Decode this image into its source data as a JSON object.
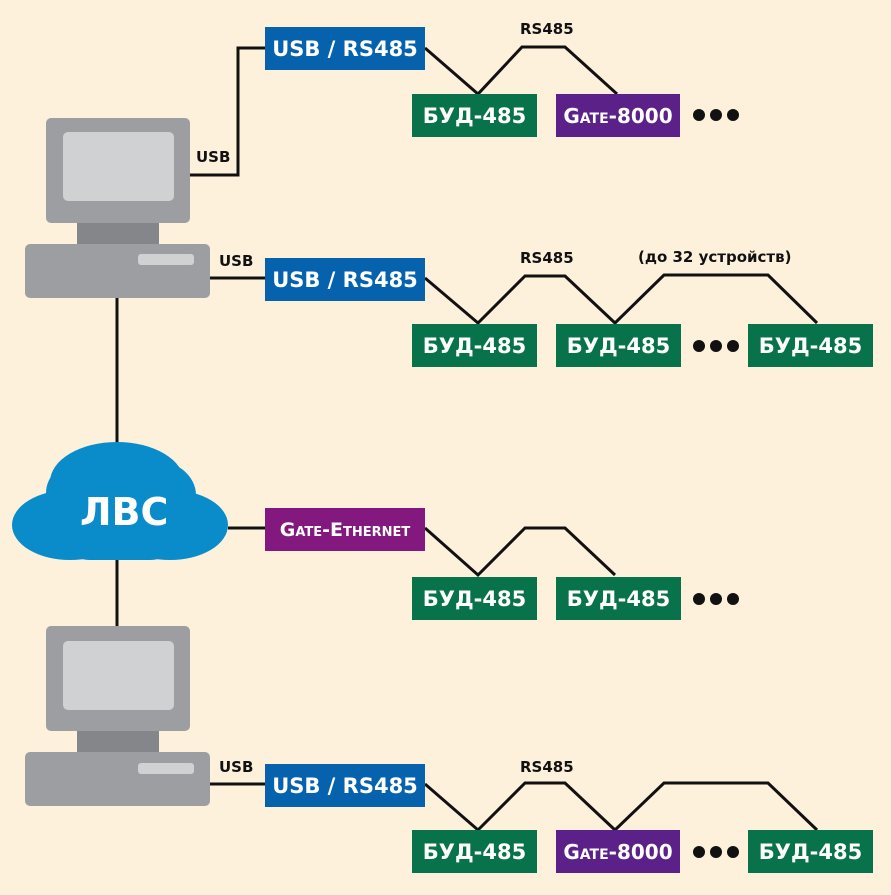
{
  "colors": {
    "background": "#fdf1dc",
    "converter": "#0762ad",
    "controller": "#08734a",
    "gate8000": "#5b2189",
    "gateEthernet": "#83197e",
    "cloud": "#0a8ccb",
    "computer": "#9d9ea1"
  },
  "cloud": {
    "label": "ЛВС"
  },
  "computers": [
    {
      "name": "computer-1",
      "usb_labels": [
        "USB",
        "USB"
      ]
    },
    {
      "name": "computer-2",
      "usb_labels": [
        "USB"
      ]
    }
  ],
  "rows": [
    {
      "interface": {
        "label": "USB / RS485",
        "type": "converter"
      },
      "bus_label": "RS485",
      "devices": [
        {
          "label": "БУД-485",
          "type": "controller"
        },
        {
          "label": "Gate-8000",
          "type": "gate8000"
        }
      ],
      "ellipsis": "•••"
    },
    {
      "interface": {
        "label": "USB / RS485",
        "type": "converter"
      },
      "bus_label": "RS485",
      "note": "(до 32 устройств)",
      "devices": [
        {
          "label": "БУД-485",
          "type": "controller"
        },
        {
          "label": "БУД-485",
          "type": "controller"
        },
        {
          "label": "БУД-485",
          "type": "controller"
        }
      ],
      "ellipsis": "•••"
    },
    {
      "interface": {
        "label": "Gate-Ethernet",
        "type": "gateEthernet"
      },
      "devices": [
        {
          "label": "БУД-485",
          "type": "controller"
        },
        {
          "label": "БУД-485",
          "type": "controller"
        }
      ],
      "ellipsis": "•••"
    },
    {
      "interface": {
        "label": "USB / RS485",
        "type": "converter"
      },
      "bus_label": "RS485",
      "devices": [
        {
          "label": "БУД-485",
          "type": "controller"
        },
        {
          "label": "Gate-8000",
          "type": "gate8000"
        },
        {
          "label": "БУД-485",
          "type": "controller"
        }
      ],
      "ellipsis": "•••"
    }
  ]
}
